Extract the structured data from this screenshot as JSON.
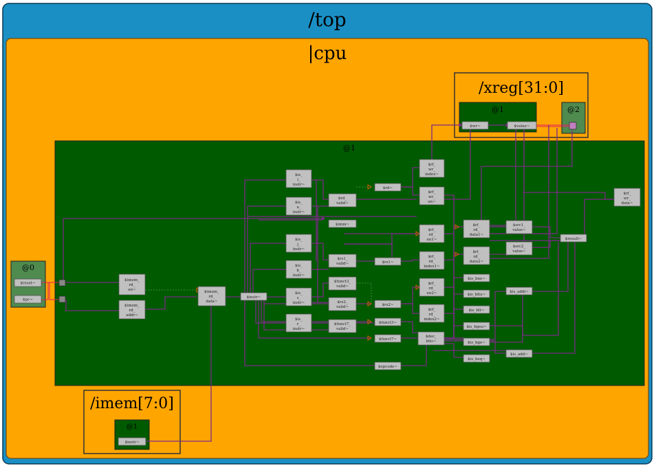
{
  "scopes": {
    "top": "/top",
    "cpu": "|cpu",
    "xreg": "/xreg[31:0]",
    "imem": "/imem[7:0]",
    "stage0": "@0",
    "stage1_main": "@1",
    "stage1_xreg": "@1",
    "stage2_xreg": "@2",
    "stage1_imem": "@1"
  },
  "signals": {
    "reset": "$reset~",
    "pc": "$pc~",
    "imem_rd_en": [
      "$imem_",
      "rd_",
      "en~"
    ],
    "imem_rd_addr": [
      "$imem_",
      "rd_",
      "addr~"
    ],
    "imem_rd_data": [
      "$imem_",
      "rd_",
      "data~"
    ],
    "instr": "$instr~",
    "is_i_instr": [
      "$is_",
      "i_",
      "instr~"
    ],
    "is_u_instr": [
      "$is_",
      "u_",
      "instr~"
    ],
    "is_j_instr": [
      "$is_",
      "j_",
      "instr~"
    ],
    "is_b_instr": [
      "$is_",
      "b_",
      "instr~"
    ],
    "is_s_instr": [
      "$is_",
      "s_",
      "instr~"
    ],
    "is_r_instr": [
      "$is_",
      "r_",
      "instr~"
    ],
    "imm": "$imm~",
    "rd_valid": [
      "$rd_",
      "valid~"
    ],
    "rs1_valid": [
      "$rs1_",
      "valid~"
    ],
    "funct3_valid": [
      "$funct3_",
      "valid~"
    ],
    "rs2_valid": [
      "$rs2_",
      "valid~"
    ],
    "funct7_valid": [
      "$funct7_",
      "valid~"
    ],
    "rd": "$rd~",
    "rs1": "$rs1~",
    "rs2": "$rs2~",
    "funct3": "$funct3~",
    "funct7": "$funct7~",
    "opcode": "$opcode~",
    "rf_wr_index": [
      "$rf_",
      "wr_",
      "index~"
    ],
    "rf_wr_en": [
      "$rf_",
      "wr_",
      "en~"
    ],
    "rf_rd_en1": [
      "$rf_",
      "rd_",
      "en1~"
    ],
    "rf_rd_index1": [
      "$rf_",
      "rd_",
      "index1~"
    ],
    "rf_rd_en2": [
      "$rf_",
      "rd_",
      "en2~"
    ],
    "rf_rd_index2": [
      "$rf_",
      "rd_",
      "index2~"
    ],
    "dec_bits": [
      "$dec_",
      "bits~"
    ],
    "rf_rd_data1": [
      "$rf_",
      "rd_",
      "data1~"
    ],
    "rf_rd_data2": [
      "$rf_",
      "rd_",
      "data2~"
    ],
    "src1_value": [
      "$src1_",
      "value~"
    ],
    "src2_value": [
      "$src2_",
      "value~"
    ],
    "is_bne": "$is_bne~",
    "is_blt": "$is_blt~",
    "is_bltu": "$is_bltu~",
    "is_bge": "$is_bge~",
    "is_bgeu": "$is_bgeu~",
    "is_beq": "$is_beq~",
    "is_addi": "$is_addi~",
    "is_add": "$is_add~",
    "result": "$result~",
    "rf_wr_data": [
      "$rf_",
      "wr_",
      "data~"
    ],
    "wr": "$wr~",
    "value": "$value~",
    "imem_instr": "$instr~"
  },
  "colors": {
    "top_bg": "#1a8fc4",
    "cpu_bg": "#ffa500",
    "stage_green": "#005a00",
    "stage0_green": "#4f8a4f",
    "stage2_green": "#4f8a4f",
    "wire": "#7a2a86"
  }
}
